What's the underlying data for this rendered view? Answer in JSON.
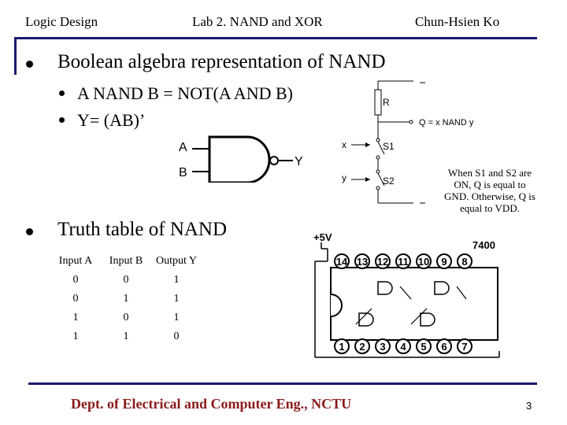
{
  "header": {
    "left": "Logic Design",
    "center": "Lab 2. NAND and XOR",
    "right": "Chun-Hsien Ko"
  },
  "section1": {
    "title": "Boolean algebra representation of NAND",
    "items": [
      "A NAND B = NOT(A AND B)",
      "Y= (AB)’"
    ]
  },
  "gate": {
    "input_a": "A",
    "input_b": "B",
    "output": "Y"
  },
  "circuit": {
    "resistor": "R",
    "output_label": "Q = x NAND y",
    "input_x": "x",
    "input_y": "y",
    "switch1": "S1",
    "switch2": "S2"
  },
  "note": "When S1 and S2 are ON, Q is equal to GND. Otherwise, Q is equal to VDD.",
  "section2": {
    "title": "Truth table of NAND"
  },
  "truth_table": {
    "headers": [
      "Input A",
      "Input B",
      "Output Y"
    ],
    "rows": [
      [
        "0",
        "0",
        "1"
      ],
      [
        "0",
        "1",
        "1"
      ],
      [
        "1",
        "0",
        "1"
      ],
      [
        "1",
        "1",
        "0"
      ]
    ]
  },
  "chip": {
    "supply": "+5V",
    "part": "7400",
    "top_pins": [
      "14",
      "13",
      "12",
      "11",
      "10",
      "9",
      "8"
    ],
    "bottom_pins": [
      "1",
      "2",
      "3",
      "4",
      "5",
      "6",
      "7"
    ]
  },
  "footer": "Dept. of Electrical and Computer Eng., NCTU",
  "page_number": "3",
  "colors": {
    "rule": "#1a1a6e",
    "footer_text": "#8b1a1a",
    "pin_fill": "#ffffff"
  }
}
